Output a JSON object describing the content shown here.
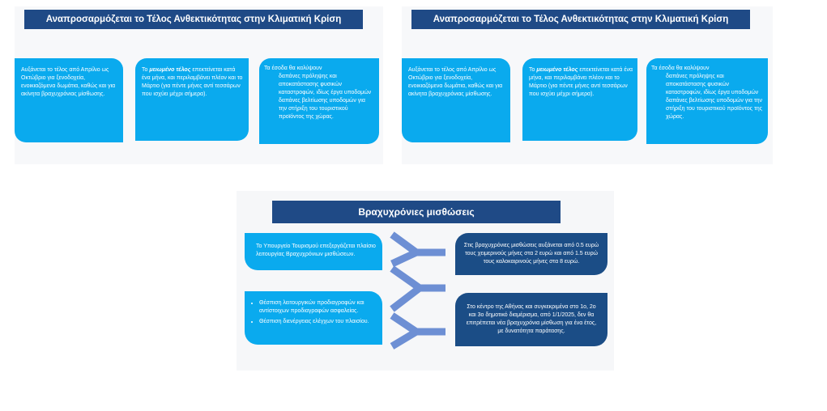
{
  "panels": [
    {
      "title": "Αναπροσαρμόζεται το Τέλος Ανθεκτικότητας στην Κλιματική Κρίση",
      "card1": "Αυξάνεται το τέλος από Απρίλιο ως Οκτώβριο για ξενοδοχεία, ενοικιαζόμενα δωμάτια, καθώς και για ακίνητα βραχυχρόνιας μίσθωσης.",
      "card2_pre": "Το ",
      "card2_em": "μειωμένο τέλος",
      "card2_post": " επεκτείνεται κατά ένα μήνα, και περιλαμβάνει πλέον και το Μάρτιο (για πέντε μήνες αντί τεσσάρων που ισχύει μέχρι σήμερα).",
      "card3_intro": "Τα έσοδα θα καλύψουν",
      "card3_items": [
        "δαπάνες πρόληψης και αποκατάστασης φυσικών καταστροφών, ιδίως έργα υποδομών",
        "δαπάνες βελτίωσης υποδομών για την στήριξη του τουριστικού προϊόντος της χώρας."
      ]
    },
    {
      "title": "Αναπροσαρμόζεται το Τέλος Ανθεκτικότητας στην Κλιματική Κρίση",
      "card1": "Αυξάνεται το τέλος από Απρίλιο ως Οκτώβριο για ξενοδοχεία, ενοικιαζόμενα δωμάτια, καθώς και για ακίνητα βραχυχρόνιας μίσθωσης.",
      "card2_pre": "Το ",
      "card2_em": "μειωμένο τέλος",
      "card2_post": " επεκτείνεται κατά ένα μήνα, και περιλαμβάνει πλέον και το Μάρτιο (για πέντε μήνες αντί τεσσάρων που ισχύει μέχρι σήμερα).",
      "card3_intro": "Τα έσοδα θα καλύψουν",
      "card3_items": [
        "δαπάνες πρόληψης και αποκατάστασης φυσικών καταστροφών, ιδίως έργα υποδομών",
        "δαπάνες βελτίωσης υποδομών για την στήριξη του τουριστικού προϊόντος της χώρας."
      ]
    }
  ],
  "bottom": {
    "title": "Βραχυχρόνιες μισθώσεις",
    "left_top": "Το Υπουργείο Τουρισμού επεξεργάζεται πλαίσιο λειτουργίας Βραχυχρόνιων μισθώσεων.",
    "left_bottom_items": [
      "Θέσπιση λειτουργικών προδιαγραφών και αντίστοιχων προδιαγραφών ασφαλείας.",
      "Θέσπιση διενέργειας ελέγχων του πλαισίου."
    ],
    "right_top": "Στις βραχυχρόνιες μισθώσεις αυξάνεται από 0.5 ευρώ τους χειμερινούς μήνες στα 2 ευρώ και από 1.5 ευρώ τους καλοκαιρινούς μήνες στα 8 ευρώ.",
    "right_bottom": "Στο κέντρο της Αθήνας και συγκεκριμένα στο 1ο, 2ο και 3ο δημοτικό διαμέρισμα, από 1/1/2025, δεν θα επιτρέπεται νέα βραχυχρόνια μίσθωση για ένα έτος, με δυνατότητα παράτασης.",
    "connector_color": "#6d8fd4"
  }
}
